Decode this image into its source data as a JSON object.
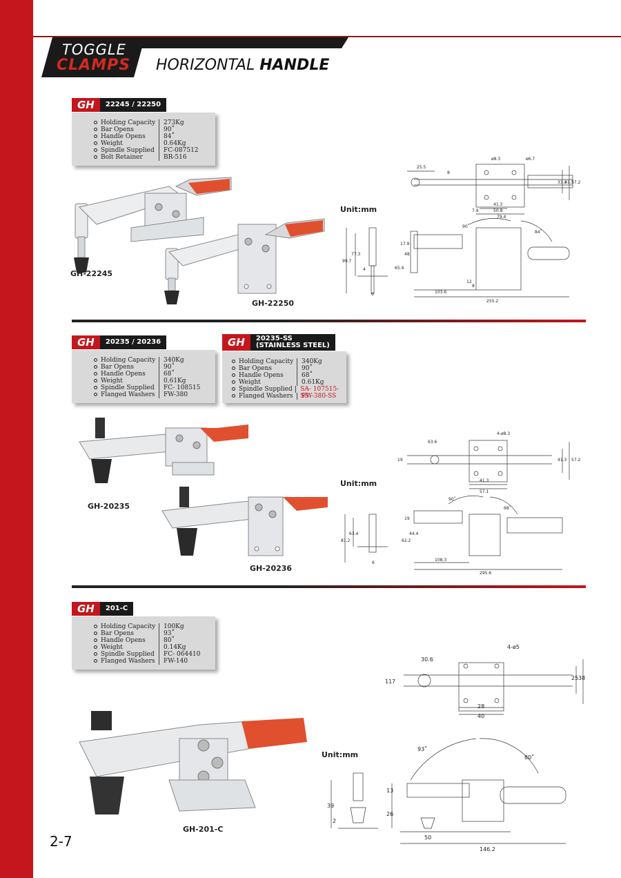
{
  "header": {
    "brand_line1": "TOGGLE",
    "brand_line2": "CLAMPS",
    "title_light": "HORIZONTAL ",
    "title_bold": "HANDLE"
  },
  "unit_label": "Unit:mm",
  "page_number": "2-7",
  "gh_badge": "GH",
  "section1": {
    "models": "22245 / 22250",
    "specs": [
      {
        "label": "Holding Capacity",
        "value": "273Kg"
      },
      {
        "label": "Bar Opens",
        "value": "90˚"
      },
      {
        "label": "Handle Opens",
        "value": "84˚"
      },
      {
        "label": "Weight",
        "value": "0.64Kg"
      },
      {
        "label": "Spindle Supplied",
        "value": "FC-087512"
      },
      {
        "label": "Bolt Retainer",
        "value": "BR-516"
      }
    ],
    "captions": [
      "GH-22245",
      "GH-22250"
    ],
    "dims": {
      "d1": "ø8.3",
      "d2": "ø6.7",
      "a": "25.5",
      "b": "8",
      "c": "41.3",
      "d": "50.8",
      "e": "79.4",
      "f": "7.9",
      "g": "33.3",
      "h": "41.3",
      "i": "57.2",
      "j": "99.7",
      "k": "77.3",
      "l": "4",
      "m": "6",
      "n": "17.9",
      "o": "48",
      "p": "65.4",
      "q": "12",
      "r": "8",
      "s": "103.6",
      "t": "255.2",
      "u": "90˚",
      "v": "84˚"
    }
  },
  "section2": {
    "models": "20235 / 20236",
    "specs": [
      {
        "label": "Holding Capacity",
        "value": "340Kg"
      },
      {
        "label": "Bar Opens",
        "value": "90˚"
      },
      {
        "label": "Handle Opens",
        "value": "68˚"
      },
      {
        "label": "Weight",
        "value": "0.61Kg"
      },
      {
        "label": "Spindle Supplied",
        "value": "FC- 108515"
      },
      {
        "label": "Flanged Washers",
        "value": "FW-380"
      }
    ],
    "ss_models_line1": "20235-SS",
    "ss_models_line2": "(STAINLESS STEEL)",
    "ss_specs": [
      {
        "label": "Holding Capacity",
        "value": "340Kg",
        "red": false
      },
      {
        "label": "Bar Opens",
        "value": "90˚",
        "red": false
      },
      {
        "label": "Handle Opens",
        "value": "68˚",
        "red": false
      },
      {
        "label": "Weight",
        "value": "0.61Kg",
        "red": false
      },
      {
        "label": "Spindle Supplied",
        "value": "SA- 107515-SS",
        "red": true
      },
      {
        "label": "Flanged Washers",
        "value": "FW-380-SS",
        "red": true
      }
    ],
    "captions": [
      "GH-20235",
      "GH-20236"
    ],
    "dims": {
      "d1": "4-ø8.3",
      "a": "63.6",
      "b": "19",
      "c": "41.3",
      "d": "57.1",
      "e": "41.3",
      "f": "57.2",
      "g": "81.2",
      "h": "63.4",
      "i": "19",
      "j": "62.2",
      "k": "44.4",
      "l": "6",
      "m": "108.3",
      "n": "295.6",
      "o": "90˚",
      "p": "68˚"
    }
  },
  "section3": {
    "models": "201-C",
    "specs": [
      {
        "label": "Holding Capacity",
        "value": "100Kg"
      },
      {
        "label": "Bar Opens",
        "value": "93˚"
      },
      {
        "label": "Handle Opens",
        "value": "80˚"
      },
      {
        "label": "Weight",
        "value": "0.14Kg"
      },
      {
        "label": "Spindle Supplied",
        "value": "FC- 064410"
      },
      {
        "label": "Flanged Washers",
        "value": "FW-140"
      }
    ],
    "captions": [
      "GH-201-C"
    ],
    "dims": {
      "d1": "4-ø5",
      "a": "30.6",
      "b": "11",
      "c": "7",
      "d": "25",
      "e": "38",
      "f": "28",
      "g": "40",
      "h": "93˚",
      "i": "80˚",
      "j": "39",
      "k": "2",
      "l": "13",
      "m": "26",
      "n": "50",
      "o": "146.2"
    }
  },
  "colors": {
    "brand_red": "#c4161c",
    "handle_orange": "#e0502f",
    "dark": "#1a1a1a",
    "spec_bg": "#d9d9d9",
    "metal": "#e4e6e9"
  }
}
